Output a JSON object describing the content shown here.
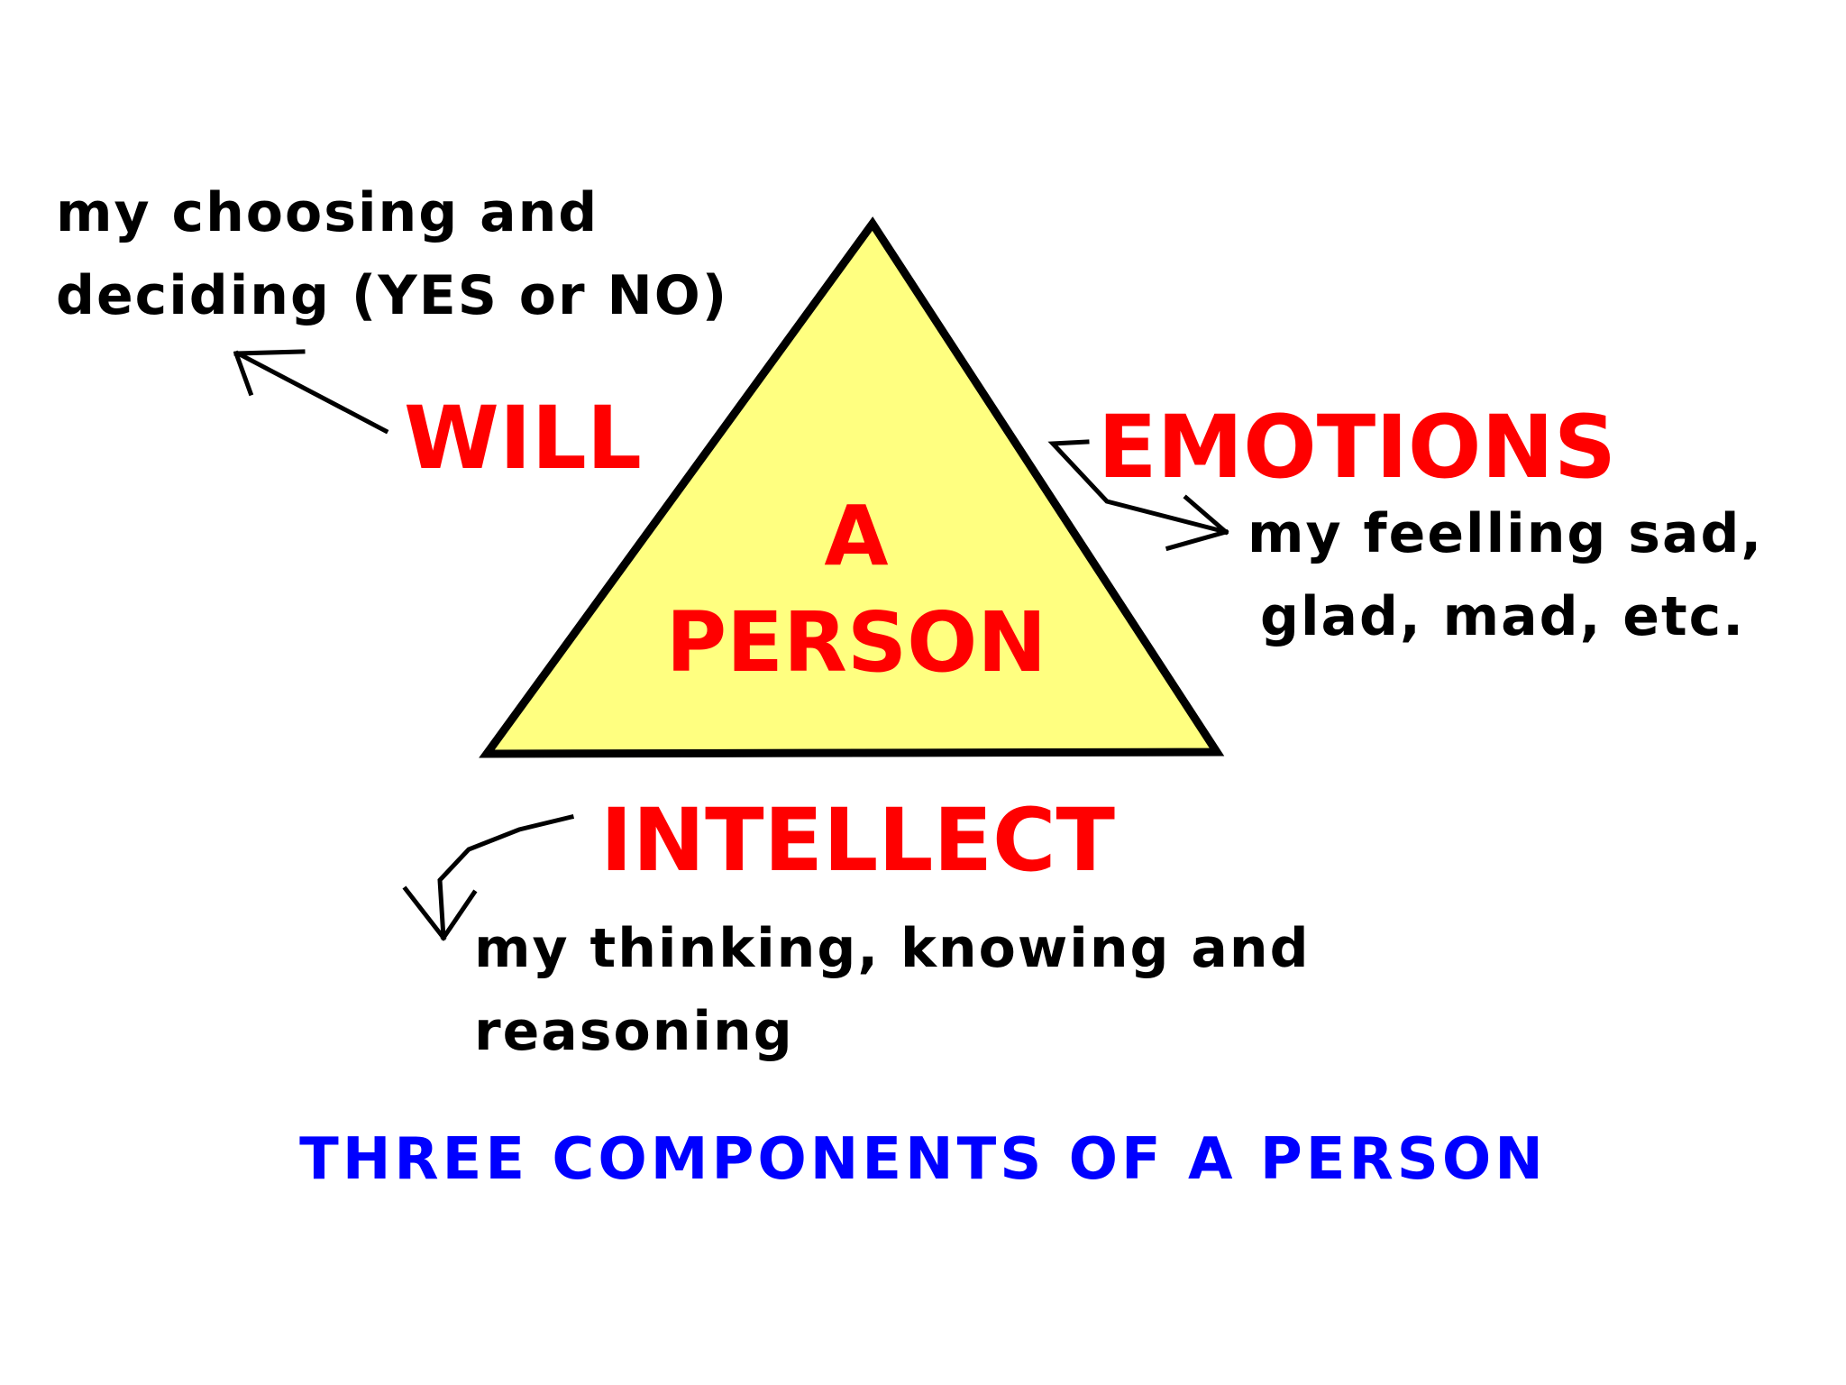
{
  "center": {
    "line1": "A",
    "line2": "PERSON"
  },
  "components": {
    "will": {
      "label": "WILL",
      "desc_line1": "my choosing and",
      "desc_line2": "deciding (YES or NO)"
    },
    "emotions": {
      "label": "EMOTIONS",
      "desc_line1": "my feelling sad,",
      "desc_line2": "glad, mad, etc."
    },
    "intellect": {
      "label": "INTELLECT",
      "desc_line1": "my thinking, knowing and",
      "desc_line2": "reasoning"
    }
  },
  "caption": "THREE COMPONENTS OF A PERSON",
  "colors": {
    "background": "#ffffff",
    "triangle_fill": "#ffff80",
    "outline": "#000000",
    "label": "#ff0000",
    "description": "#000000",
    "caption": "#0000ff"
  }
}
